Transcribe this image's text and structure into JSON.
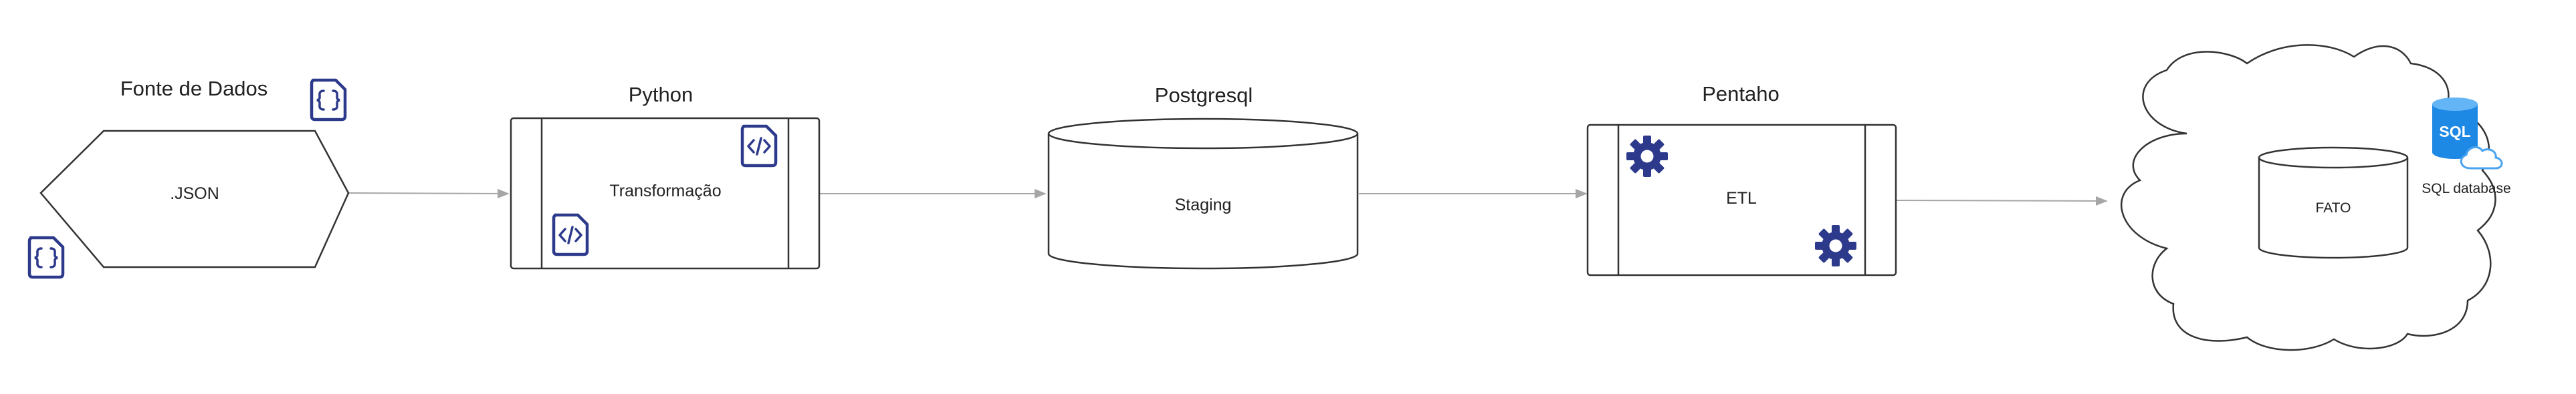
{
  "nodes": {
    "source": {
      "title": "Fonte de Dados",
      "label": ".JSON"
    },
    "python": {
      "title": "Python",
      "label": "Transformação"
    },
    "postgres": {
      "title": "Postgresql",
      "label": "Staging"
    },
    "pentaho": {
      "title": "Pentaho",
      "label": "ETL"
    },
    "cloud": {
      "table_label": "FATO",
      "service_label": "SQL database",
      "badge_text": "SQL"
    }
  },
  "edges": [
    {
      "from": "source",
      "to": "python"
    },
    {
      "from": "python",
      "to": "postgres"
    },
    {
      "from": "postgres",
      "to": "pentaho"
    },
    {
      "from": "pentaho",
      "to": "cloud"
    }
  ],
  "icons": {
    "json_file": "json-file-icon",
    "code_file": "code-file-icon",
    "gear": "gear-icon",
    "sql_database": "sql-database-icon"
  },
  "colors": {
    "icon": "#2d3a8c",
    "stroke": "#333333",
    "edge": "#a6a6a6",
    "sql_blue": "#1e88e5",
    "cloud_blue": "#4aa3ef"
  }
}
